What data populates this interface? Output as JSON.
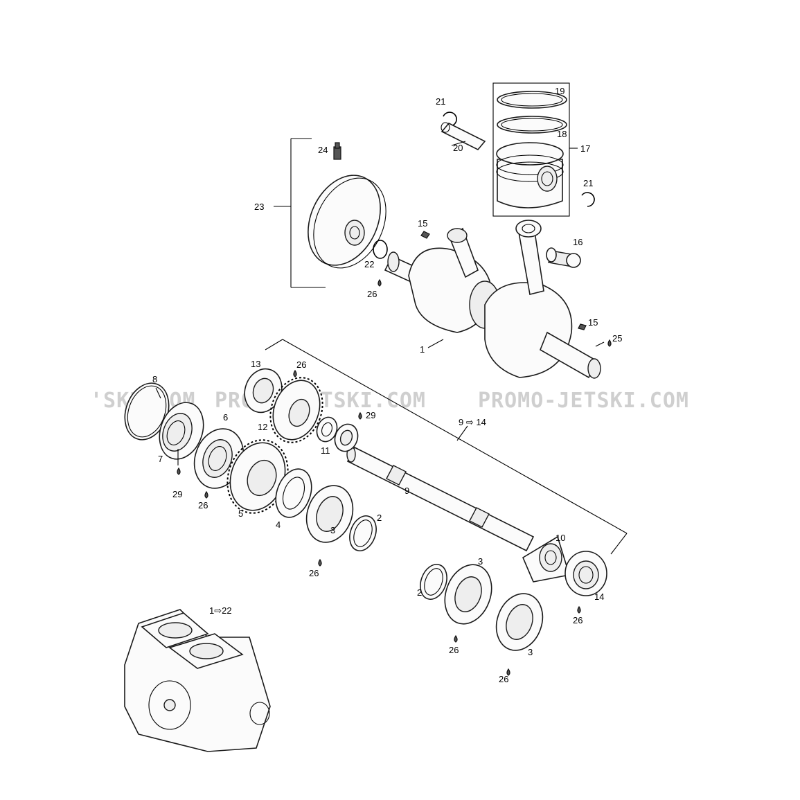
{
  "watermark": {
    "left": "'SKI.COM",
    "mid": "PROMO-JETSKI.COM",
    "right": "PROMO-JETSKI.COM"
  },
  "callouts": {
    "c1": "1",
    "c2a": "2",
    "c2b": "2",
    "c3a": "3",
    "c3b": "3",
    "c3c": "3",
    "c4": "4",
    "c5": "5",
    "c6": "6",
    "c7": "7",
    "c8": "8",
    "c9": "9",
    "c9range": "9 ⇨ 14",
    "c10": "10",
    "c11": "11",
    "c12": "12",
    "c13": "13",
    "c14": "14",
    "c15a": "15",
    "c15b": "15",
    "c16": "16",
    "c17": "17",
    "c18": "18",
    "c19": "19",
    "c20": "20",
    "c21a": "21",
    "c21b": "21",
    "c22": "22",
    "c23": "23",
    "c24": "24",
    "c25": "25",
    "c26a": "26",
    "c26b": "26",
    "c26c": "26",
    "c26d": "26",
    "c26e": "26",
    "c26f": "26",
    "c26g": "26",
    "c29a": "29",
    "c29b": "29",
    "range1": "1⇨22"
  }
}
